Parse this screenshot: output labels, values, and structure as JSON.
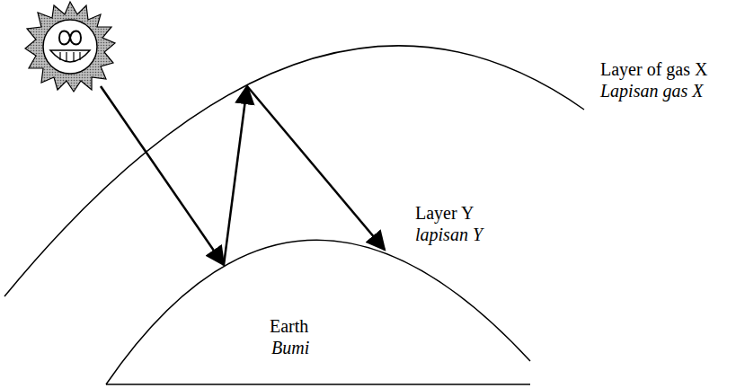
{
  "diagram": {
    "labels": [
      "Layer of gas X",
      "Lapisan gas X",
      "Layer Y",
      "lapisan Y",
      "Earth",
      "Bumi"
    ]
  }
}
